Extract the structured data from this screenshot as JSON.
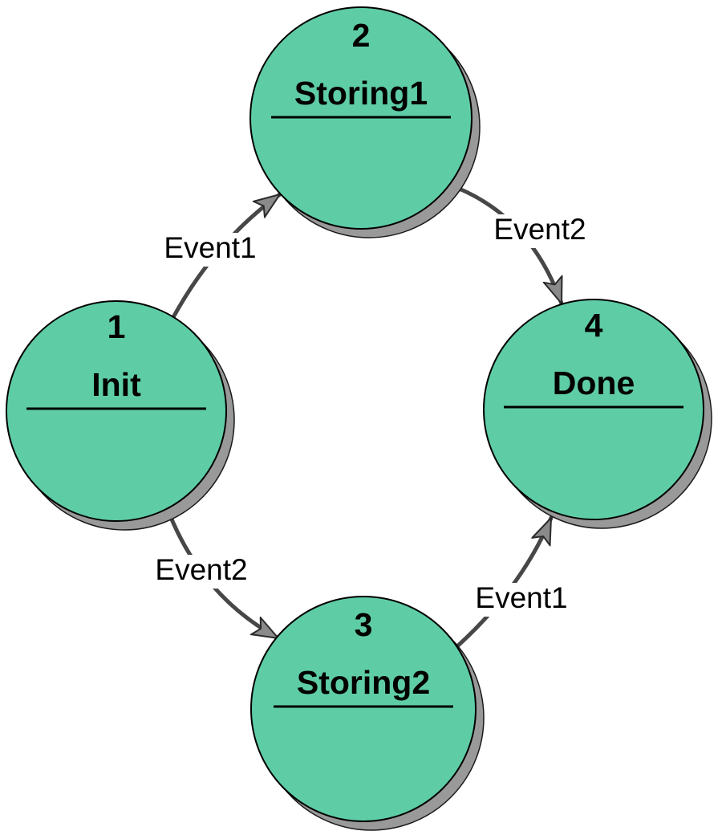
{
  "diagram": {
    "kind": "state-machine",
    "background": "#ffffff",
    "colors": {
      "state_fill": "#5ecda6",
      "state_border": "#000000",
      "shadow": "#999999",
      "edge_line": "#474747",
      "arrowhead_fill": "#8a8a8a",
      "text": "#000000"
    },
    "nodes": [
      {
        "number": "1",
        "name": "Init"
      },
      {
        "number": "2",
        "name": "Storing1"
      },
      {
        "number": "3",
        "name": "Storing2"
      },
      {
        "number": "4",
        "name": "Done"
      }
    ],
    "edges": [
      {
        "from": "Init",
        "to": "Storing1",
        "label": "Event1"
      },
      {
        "from": "Storing1",
        "to": "Done",
        "label": "Event2"
      },
      {
        "from": "Init",
        "to": "Storing2",
        "label": "Event2"
      },
      {
        "from": "Storing2",
        "to": "Done",
        "label": "Event1"
      }
    ]
  }
}
